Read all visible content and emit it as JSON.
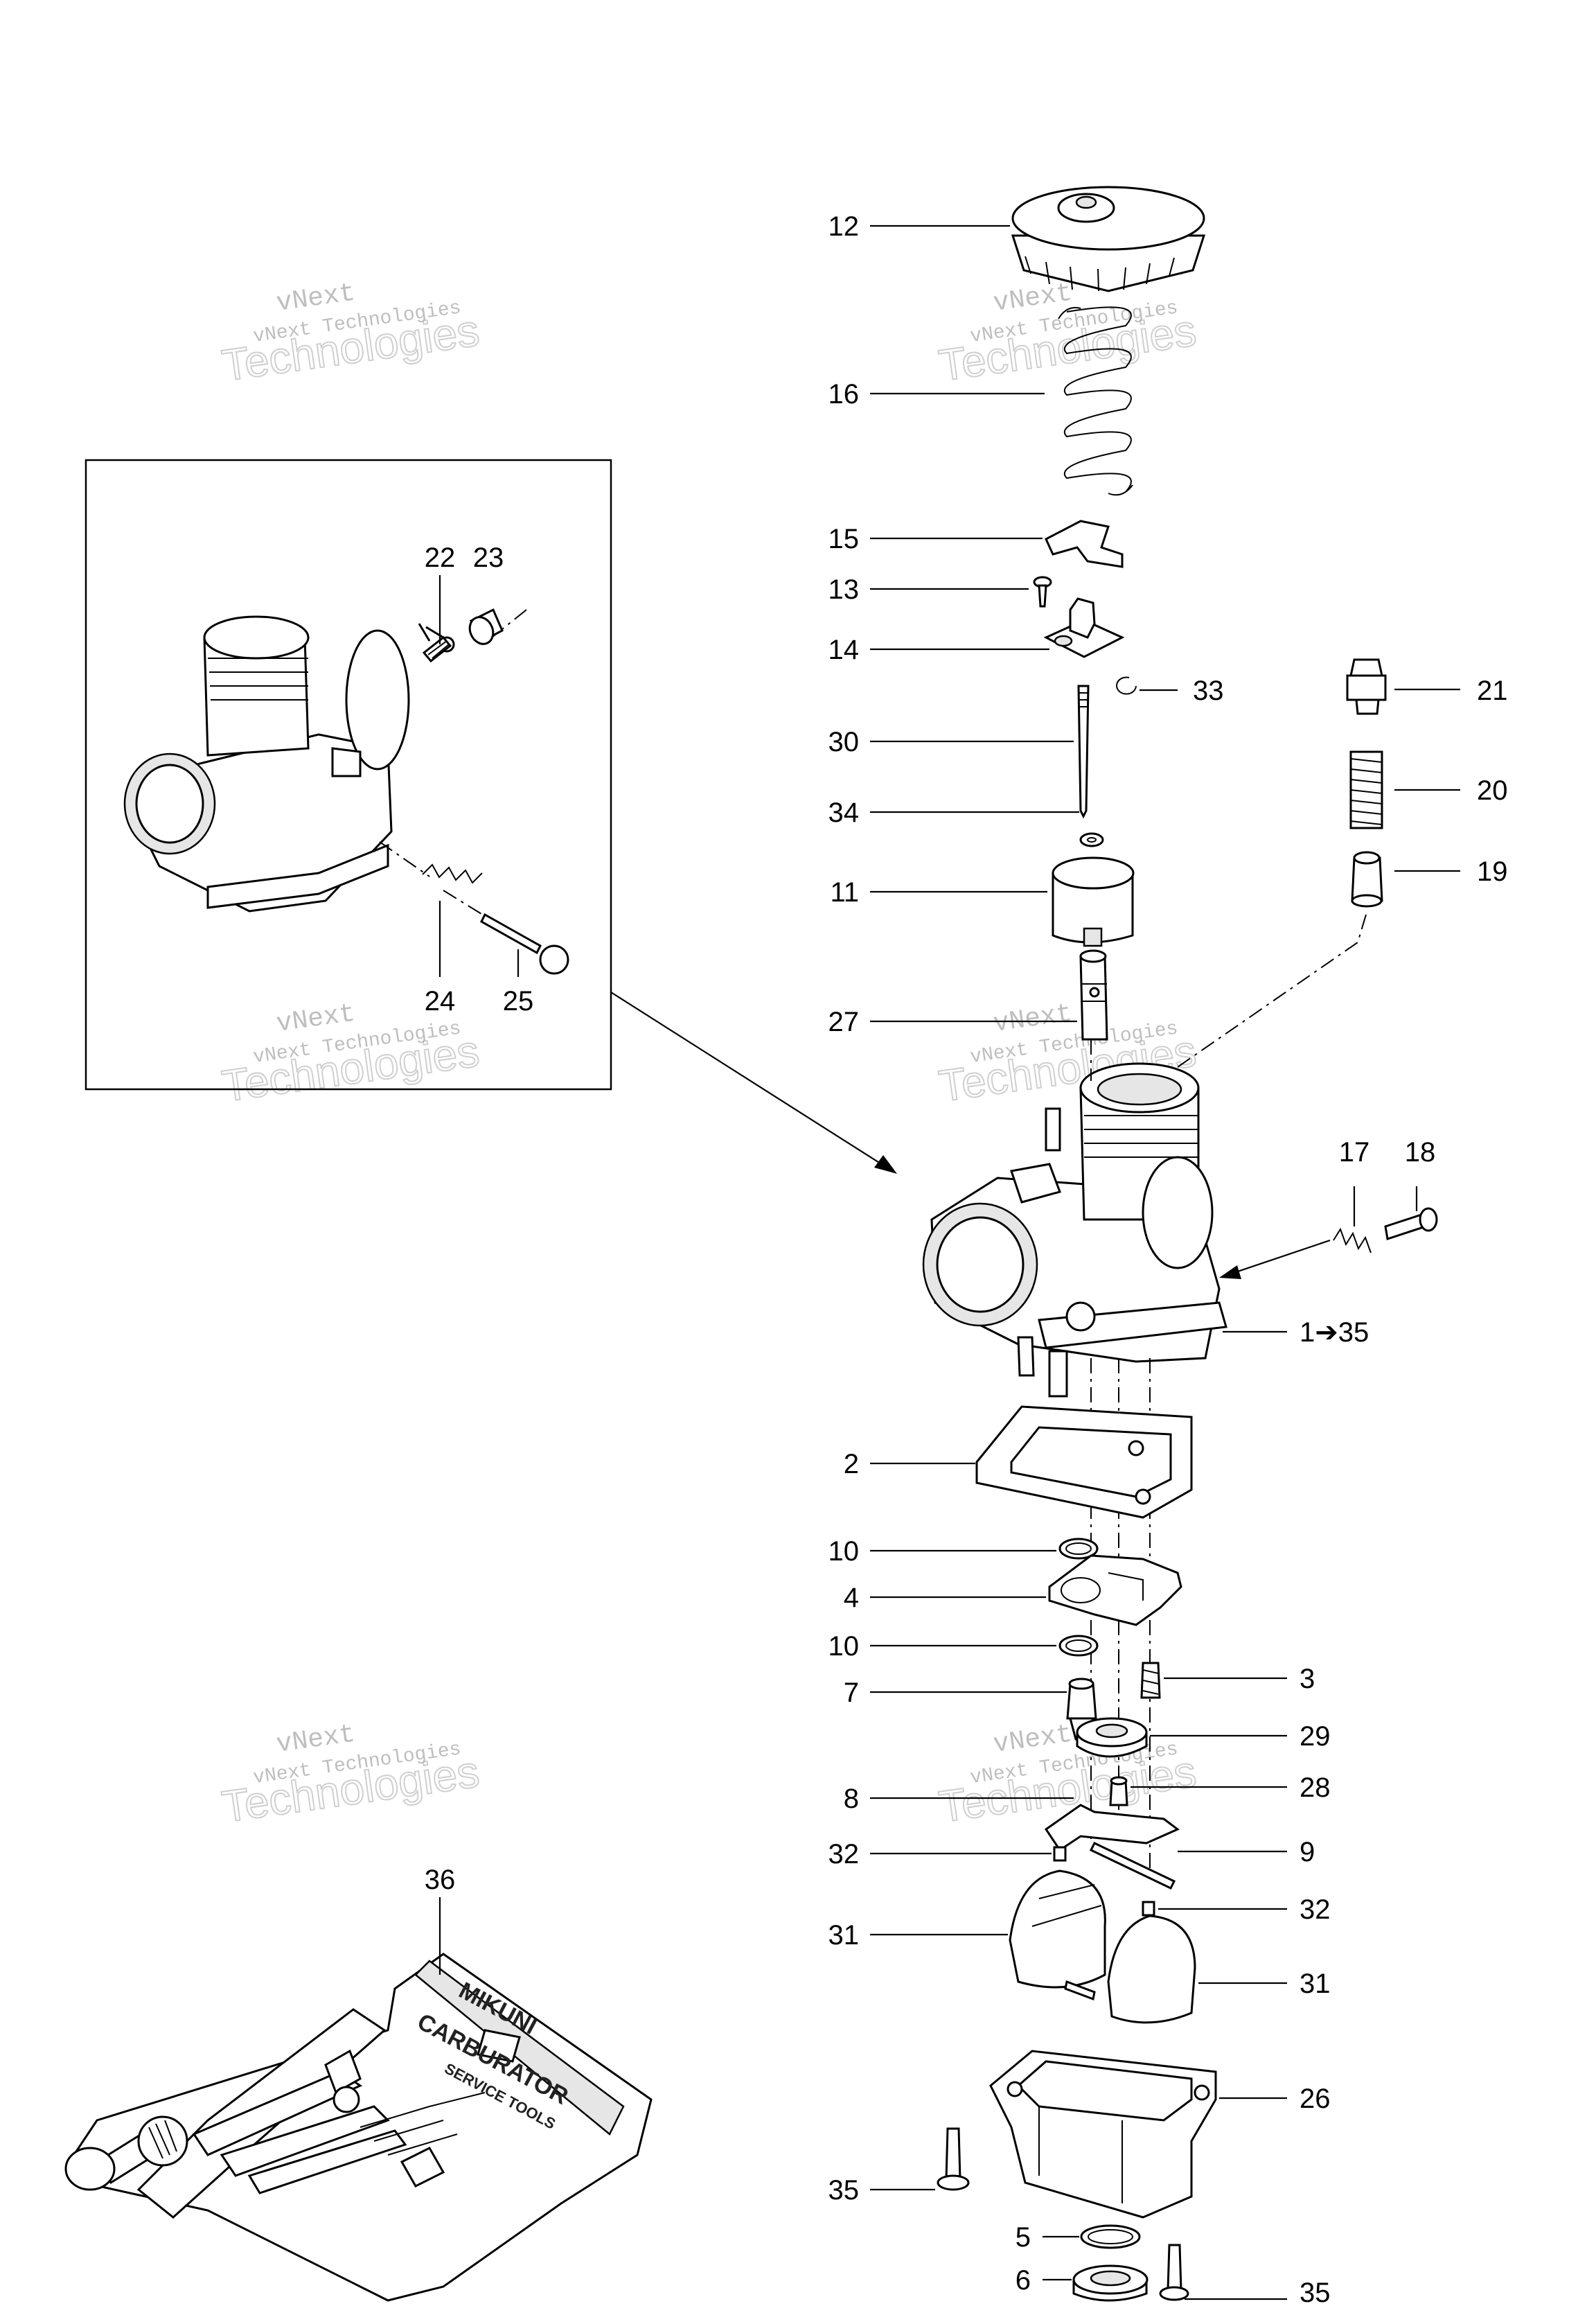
{
  "callouts": [
    {
      "id": "c12",
      "text": "12"
    },
    {
      "id": "c16",
      "text": "16"
    },
    {
      "id": "c15",
      "text": "15"
    },
    {
      "id": "c13",
      "text": "13"
    },
    {
      "id": "c14",
      "text": "14"
    },
    {
      "id": "c33",
      "text": "33"
    },
    {
      "id": "c21",
      "text": "21"
    },
    {
      "id": "c30",
      "text": "30"
    },
    {
      "id": "c20",
      "text": "20"
    },
    {
      "id": "c34",
      "text": "34"
    },
    {
      "id": "c19",
      "text": "19"
    },
    {
      "id": "c11",
      "text": "11"
    },
    {
      "id": "c27",
      "text": "27"
    },
    {
      "id": "c17",
      "text": "17"
    },
    {
      "id": "c18",
      "text": "18"
    },
    {
      "id": "c1",
      "text": "1➔35"
    },
    {
      "id": "c2",
      "text": "2"
    },
    {
      "id": "c10a",
      "text": "10"
    },
    {
      "id": "c4",
      "text": "4"
    },
    {
      "id": "c10b",
      "text": "10"
    },
    {
      "id": "c3",
      "text": "3"
    },
    {
      "id": "c7",
      "text": "7"
    },
    {
      "id": "c29",
      "text": "29"
    },
    {
      "id": "c8",
      "text": "8"
    },
    {
      "id": "c28",
      "text": "28"
    },
    {
      "id": "c32a",
      "text": "32"
    },
    {
      "id": "c9",
      "text": "9"
    },
    {
      "id": "c32b",
      "text": "32"
    },
    {
      "id": "c31a",
      "text": "31"
    },
    {
      "id": "c31b",
      "text": "31"
    },
    {
      "id": "c26",
      "text": "26"
    },
    {
      "id": "c35a",
      "text": "35"
    },
    {
      "id": "c5",
      "text": "5"
    },
    {
      "id": "c6",
      "text": "6"
    },
    {
      "id": "c35b",
      "text": "35"
    },
    {
      "id": "c22",
      "text": "22"
    },
    {
      "id": "c23",
      "text": "23"
    },
    {
      "id": "c24",
      "text": "24"
    },
    {
      "id": "c25",
      "text": "25"
    },
    {
      "id": "c36",
      "text": "36"
    }
  ],
  "watermark": {
    "line1": "vNext",
    "line2": "vNext Technologies",
    "line3": "Technologies"
  },
  "tool_pouch": {
    "line1": "MIKUNI",
    "line2": "CARBURATOR",
    "line3": "SERVICE TOOLS"
  }
}
